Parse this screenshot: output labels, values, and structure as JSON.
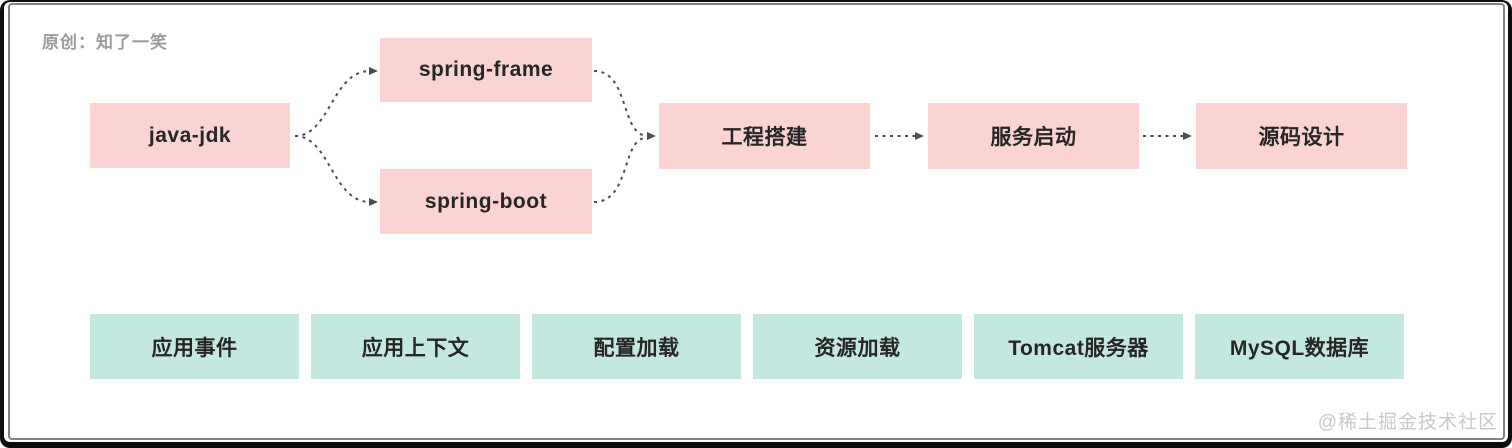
{
  "watermarks": {
    "author": "原创：知了一笑",
    "site": "@稀土掘金技术社区"
  },
  "colors": {
    "flow_node_fill": "#fad3d2",
    "pipeline_node_fill": "#c3e8e0",
    "arrow": "#4d4d4d",
    "node_text": "#262626",
    "author_text": "#9c9c9c",
    "site_watermark_text": "#c9c9c9",
    "frame_border": "#0d0d0d",
    "inner_border": "#828282"
  },
  "flow": {
    "nodes": [
      {
        "id": "java-jdk",
        "label": "java-jdk"
      },
      {
        "id": "spring-frame",
        "label": "spring-frame"
      },
      {
        "id": "spring-boot",
        "label": "spring-boot"
      },
      {
        "id": "project-setup",
        "label": "工程搭建"
      },
      {
        "id": "service-start",
        "label": "服务启动"
      },
      {
        "id": "source-design",
        "label": "源码设计"
      }
    ],
    "edges": [
      {
        "from": "java-jdk",
        "to": "spring-frame",
        "style": "dashed-curve"
      },
      {
        "from": "java-jdk",
        "to": "spring-boot",
        "style": "dashed-curve"
      },
      {
        "from": "spring-frame",
        "to": "project-setup",
        "style": "dashed-curve"
      },
      {
        "from": "spring-boot",
        "to": "project-setup",
        "style": "dashed-curve"
      },
      {
        "from": "project-setup",
        "to": "service-start",
        "style": "dashed-line"
      },
      {
        "from": "service-start",
        "to": "source-design",
        "style": "dashed-line"
      }
    ]
  },
  "pipeline": {
    "nodes": [
      {
        "id": "app-events",
        "label": "应用事件"
      },
      {
        "id": "app-context",
        "label": "应用上下文"
      },
      {
        "id": "config-load",
        "label": "配置加载"
      },
      {
        "id": "resource-load",
        "label": "资源加载"
      },
      {
        "id": "tomcat-server",
        "label": "Tomcat服务器"
      },
      {
        "id": "mysql-database",
        "label": "MySQL数据库"
      }
    ]
  }
}
